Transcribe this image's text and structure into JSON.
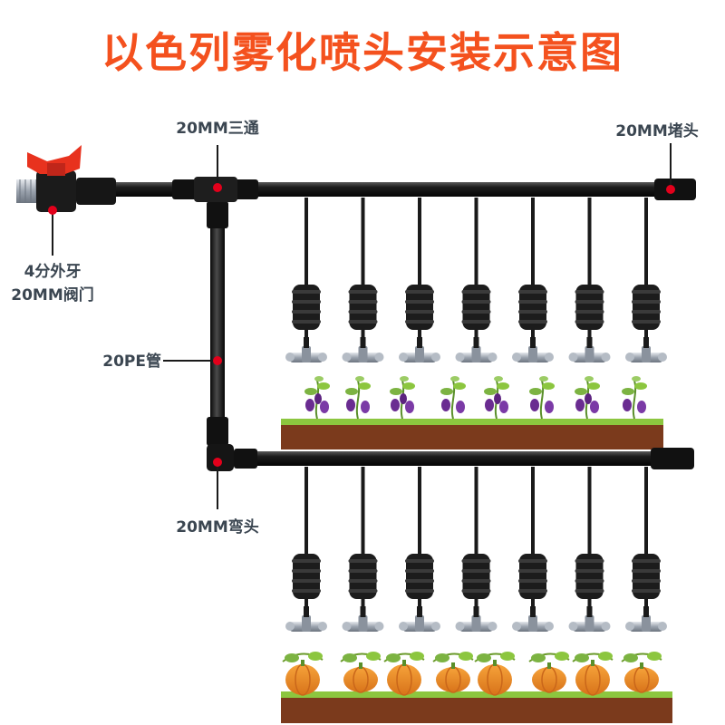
{
  "title": "以色列雾化喷头安装示意图",
  "labels": {
    "tee": "20MM三通",
    "end_cap": "20MM堵头",
    "valve_line1": "4分外牙",
    "valve_line2": "20MM阀门",
    "pe_pipe": "20PE管",
    "elbow": "20MM弯头"
  },
  "colors": {
    "title": "#f4511e",
    "label_text": "#3b4651",
    "marker": "#e3001b",
    "pipe": "#1a1a1a",
    "valve_handle": "#e8321e",
    "soil": "#7b3a1c",
    "grass": "#8cc63f"
  },
  "rows": [
    {
      "crop": "eggplant",
      "sprayer_count": 7
    },
    {
      "crop": "pumpkin",
      "sprayer_count": 7
    }
  ]
}
